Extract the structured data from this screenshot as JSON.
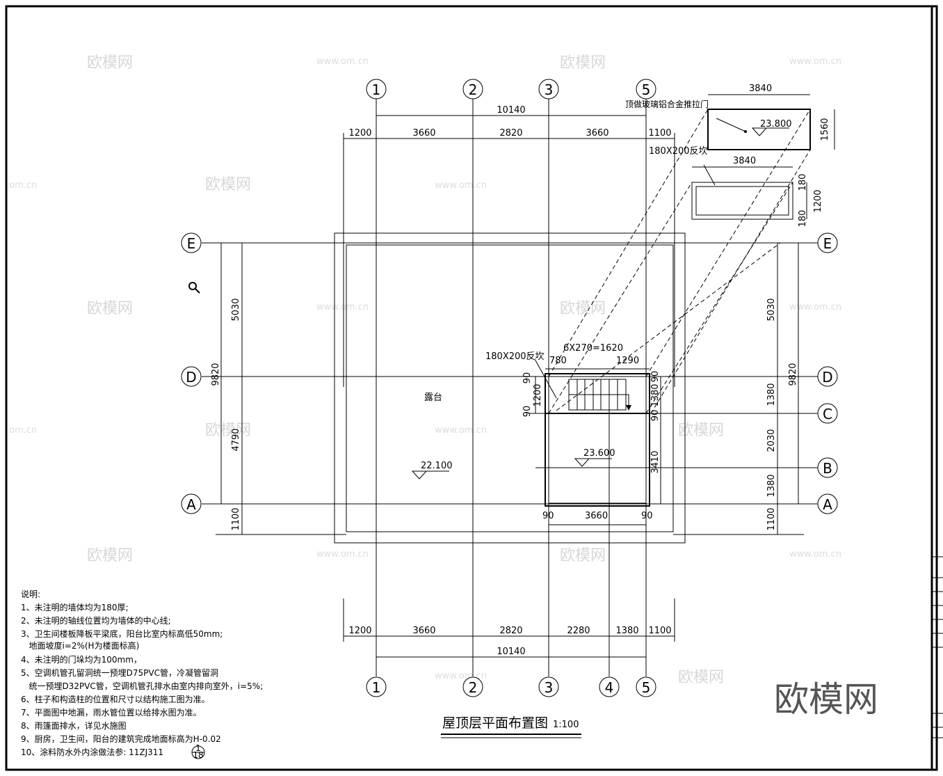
{
  "plan": {
    "title": "屋顶层平面布置图",
    "scale": "1:100",
    "axes_vertical": [
      "1",
      "2",
      "3",
      "4",
      "5"
    ],
    "axes_horizontal": [
      "E",
      "D",
      "C",
      "B",
      "A"
    ],
    "top_total": "10140",
    "top_dims": [
      "1200",
      "3660",
      "2820",
      "3660",
      "1100"
    ],
    "bottom_total": "10140",
    "bottom_dims": [
      "1200",
      "3660",
      "2820",
      "2280",
      "1380",
      "1100"
    ],
    "left_total": "9820",
    "left_dims": [
      "5030",
      "4790",
      "1100"
    ],
    "right_total": "9820",
    "right_dims": [
      "5030",
      "1380",
      "2030",
      "1380",
      "1100"
    ],
    "stair_dims": {
      "top_label": "6X270=1620",
      "left": "780",
      "right": "1290",
      "bottom": "3660",
      "bottom_left": "90",
      "bottom_right": "90",
      "height": "3410",
      "side_1200": "1200",
      "side_1380": "1380",
      "side_90a": "90",
      "side_90b": "90",
      "side_90c": "90",
      "side_90d": "90"
    },
    "beam_label": "180X200反坎",
    "beam_label_2": "180X200反坎",
    "room_label": "露台",
    "elev_main": "22.100",
    "elev_stair": "23.600",
    "detail_elev": "23.800",
    "detail_door": "顶做玻璃铝合金推拉门",
    "detail_w1": "3840",
    "detail_w2": "3840",
    "detail_h1": "1560",
    "detail_h2": "1200",
    "detail_180a": "180",
    "detail_180b": "180"
  },
  "notes": {
    "heading": "说明:",
    "lines": [
      "1、未注明的墙体均为180厚;",
      "2、未注明的轴线位置均为墙体的中心线;",
      "3、卫生间楼板降板平梁底，阳台比室内标高低50mm;",
      "   地面坡度i=2%(H为楼面标高)",
      "4、未注明的门垛均为100mm，",
      "5、空调机管孔留洞统一预埋D75PVC管，冷凝管留洞",
      "   统一预埋D32PVC管，空调机管孔排水由室内排向室外，i=5%;",
      "6、柱子和构造柱的位置和尺寸以结构施工图为准。",
      "7、平面图中地漏，雨水管位置以给排水图为准。",
      "8、雨篷面排水，详见水施图",
      "9、厨房，卫生间，阳台的建筑完成地面标高为H-0.02",
      "10、涂料防水外内涂做法参: 11ZJ311"
    ],
    "ref_top": "1",
    "ref_bottom": "18"
  },
  "watermark": {
    "brand": "欧模网",
    "small": "欧模网",
    "url": "www.om.cn",
    "url_edge": ".om.cn"
  }
}
